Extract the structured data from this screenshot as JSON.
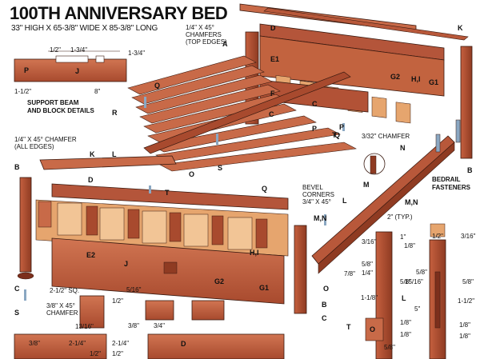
{
  "title": "100TH ANNIVERSARY BED",
  "subtitle": "33\" HIGH X 65-3/8\" WIDE X 85-3/8\" LONG",
  "colors": {
    "wood": "#b8583a",
    "wood_dark": "#7c2f1c",
    "wood_light": "#d9825c",
    "panel": "#e6a56e",
    "panel_light": "#f2c596",
    "line": "#3a1a10",
    "metal": "#8aa7c2"
  },
  "parts": {
    "A": "A",
    "B": "B",
    "B2": "B",
    "B3": "B",
    "C": "C",
    "C2": "C",
    "C3": "C",
    "C4": "C",
    "D": "D",
    "D2": "D",
    "D3": "D",
    "E1": "E1",
    "E2": "E2",
    "F": "F",
    "G1": "G1",
    "G1b": "G1",
    "G2": "G2",
    "G2b": "G2",
    "HI": "H,I",
    "HI2": "H,I",
    "J": "J",
    "J2": "J",
    "K": "K",
    "K2": "K",
    "L": "L",
    "L2": "L",
    "L3": "L",
    "MN": "M,N",
    "MN2": "M,N",
    "M": "M",
    "N": "N",
    "O": "O",
    "O2": "O",
    "O3": "O",
    "P": "P",
    "P2": "P",
    "P3": "P",
    "Q": "Q",
    "Q2": "Q",
    "Q3": "Q",
    "R": "R",
    "S": "S",
    "S2": "S",
    "T": "T",
    "T2": "T",
    "T3": "T"
  },
  "callouts": {
    "chamfer_top": "1/4\" X 45°\nCHAMFERS\n(TOP EDGES)",
    "chamfer_all": "1/4\" X 45° CHAMFER\n(ALL EDGES)",
    "chamfer_332": "3/32\" CHAMFER",
    "bevel": "BEVEL\nCORNERS\n3/4\" X 45°",
    "bedrail": "BEDRAIL\nFASTENERS",
    "support": "SUPPORT BEAM\nAND BLOCK DETAILS",
    "typ": "2\" (TYP.)",
    "chamfer_45": "3/8\" X 45°\nCHAMFER",
    "sq": "2-1/2\" SQ."
  },
  "dims": {
    "d1": "1/2\"",
    "d2": "1-3/4\"",
    "d3": "1-3/4\"",
    "d4": "8\"",
    "d5": "1-1/2\"",
    "d6": "5/16\"",
    "d7": "1/2\"",
    "d8": "13/16\"",
    "d9": "3/8\"",
    "d10": "3/4\"",
    "d11": "3/8\"",
    "d12": "2-1/4\"",
    "d13": "1/2\"",
    "d14": "2-1/4\"",
    "d15": "1/2\"",
    "d16": "3/16\"",
    "d17": "1/8\"",
    "d18": "5/8\"",
    "d19": "1/4\"",
    "d20": "7/8\"",
    "d21": "1-1/8\"",
    "d22": "1/8\"",
    "d23": "1/8\"",
    "d24": "5\"",
    "d25": "5/8\"",
    "d26": "1/2\"",
    "d27": "3/16\"",
    "d28": "5/8\"",
    "d29": "15/16\"",
    "d30": "5/8\"",
    "d31": "1-1/2\"",
    "d32": "1/8\"",
    "d33": "1/8\"",
    "d34": "5/8\"",
    "d35": "1\""
  }
}
